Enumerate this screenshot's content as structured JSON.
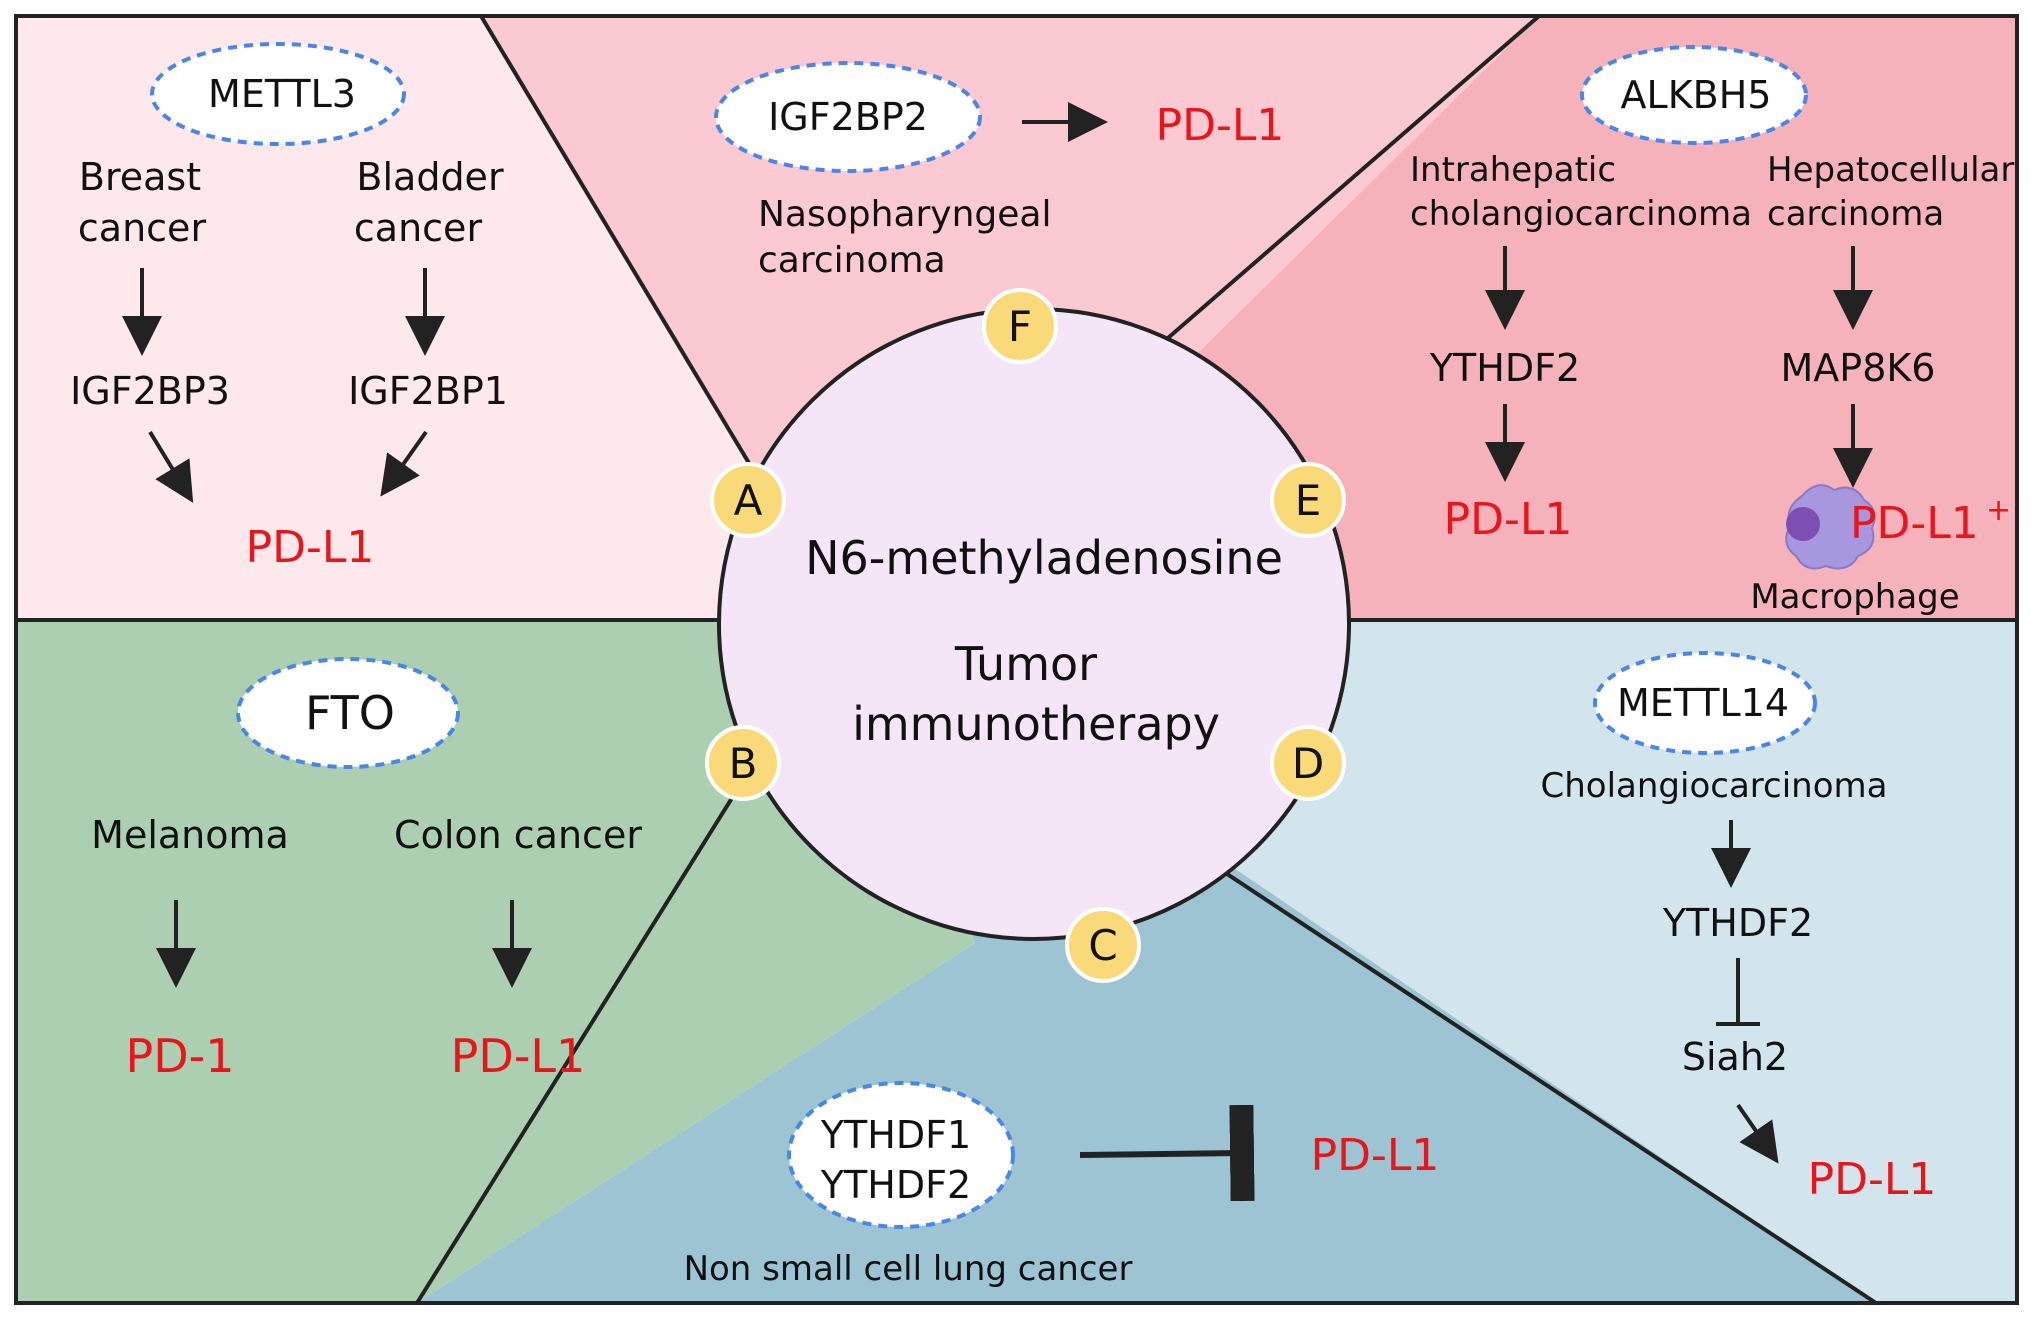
{
  "center": {
    "line1": "N6-methyladenosine",
    "line2": "Tumor",
    "line3": "immunotherapy"
  },
  "markers": {
    "a": "A",
    "b": "B",
    "c": "C",
    "d": "D",
    "e": "E",
    "f": "F"
  },
  "panel_a": {
    "enzyme": "METTL3",
    "left_cancer_1": "Breast",
    "left_cancer_2": "cancer",
    "right_cancer_1": "Bladder",
    "right_cancer_2": "cancer",
    "left_reader": "IGF2BP3",
    "right_reader": "IGF2BP1",
    "target": "PD-L1"
  },
  "panel_f": {
    "enzyme": "IGF2BP2",
    "target": "PD-L1",
    "cancer_1": "Nasopharyngeal",
    "cancer_2": "carcinoma"
  },
  "panel_e": {
    "enzyme": "ALKBH5",
    "left_cancer_1": "Intrahepatic",
    "left_cancer_2": "cholangiocarcinoma",
    "right_cancer_1": "Hepatocellular",
    "right_cancer_2": "carcinoma",
    "left_reader": "YTHDF2",
    "right_reader": "MAP8K6",
    "left_target": "PD-L1",
    "right_target": "PD-L1",
    "right_target_sup": "+",
    "cell_label": "Macrophage"
  },
  "panel_b": {
    "enzyme": "FTO",
    "left_cancer": "Melanoma",
    "right_cancer": "Colon cancer",
    "left_target": "PD-1",
    "right_target": "PD-L1"
  },
  "panel_c": {
    "enzyme_1": "YTHDF1",
    "enzyme_2": "YTHDF2",
    "target": "PD-L1",
    "cancer": "Non small cell lung cancer"
  },
  "panel_d": {
    "enzyme": "METTL14",
    "cancer": "Cholangiocarcinoma",
    "reader": "YTHDF2",
    "intermediate": "Siah2",
    "target": "PD-L1"
  },
  "colors": {
    "panel_a": "#fde9ec",
    "panel_f": "#fbc9d1",
    "panel_e": "#f6b2ba",
    "panel_b": "#accfb2",
    "panel_c": "#9cc4d3",
    "panel_d": "#d2e4ec",
    "center": "#f4e6f6",
    "marker": "#fad979",
    "highlight": "#e8151b",
    "dash": "#4a86e8",
    "macrophage": "#9d8fd8"
  }
}
